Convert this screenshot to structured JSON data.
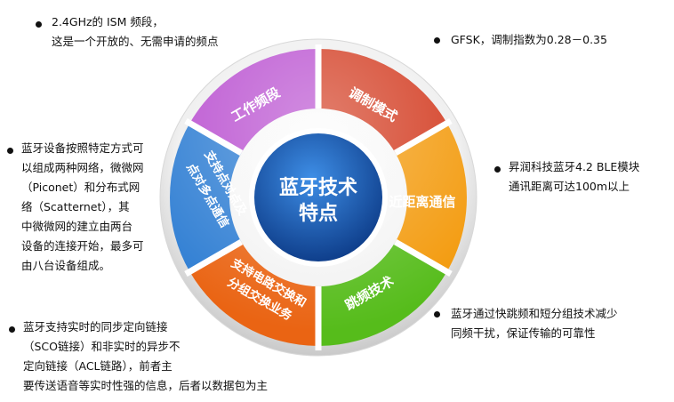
{
  "diagram": {
    "center": {
      "line1": "蓝牙技术",
      "line2": "特点"
    },
    "segments": [
      {
        "key": "work_band",
        "label": "工作频段",
        "color": "#b94fd0"
      },
      {
        "key": "modulation",
        "label": "调制模式",
        "color": "#d2381d"
      },
      {
        "key": "short_range",
        "label": "近距离通信",
        "color": "#f39a0c"
      },
      {
        "key": "hopping",
        "label": "跳频技术",
        "color": "#56bc1b"
      },
      {
        "key": "circuit_packet",
        "label_line1": "支持电路交换和",
        "label_line2": "分组交换业务",
        "color": "#ea6413"
      },
      {
        "key": "p2p_multipoint",
        "label_line1": "支持点对点及",
        "label_line2": "点对多点通信",
        "color": "#2f7ed3"
      }
    ]
  },
  "notes": {
    "top_left": [
      "2.4GHz的 ISM 频段，",
      "这是一个开放的、无需申请的频点"
    ],
    "top_right": [
      "GFSK，调制指数为0.28－0.35"
    ],
    "mid_right": [
      "昇润科技蓝牙4.2 BLE模块",
      "通讯距离可达100m以上"
    ],
    "bottom_right": [
      "蓝牙通过快跳频和短分组技术减少",
      "同频干扰，保证传输的可靠性"
    ],
    "mid_left": [
      "蓝牙设备按照特定方式可",
      "以组成两种网络，微微网",
      "（Piconet）和分布式网",
      "络（Scatternet），其",
      "中微微网的建立由两台",
      "设备的连接开始，最多可",
      "由八台设备组成。"
    ],
    "bottom_left": [
      "蓝牙支持实时的同步定向链接",
      "（SCO链接）和非实时的异步不",
      "定向链接（ACL链路），前者主",
      "要传送语音等实时性强的信息，后者以数据包为主"
    ]
  }
}
